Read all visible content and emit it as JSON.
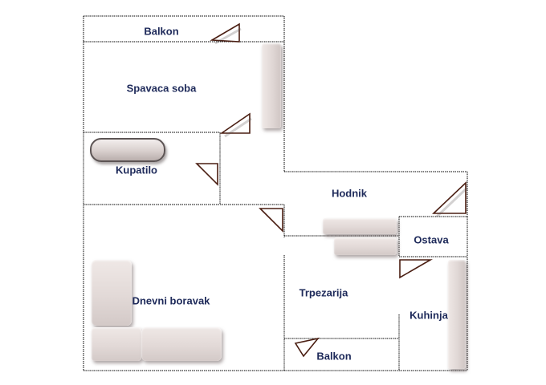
{
  "rooms": {
    "balkon_top": "Balkon",
    "spavaca_soba": "Spavaca soba",
    "kupatilo": "Kupatilo",
    "hodnik": "Hodnik",
    "ostava": "Ostava",
    "trpezarija": "Trpezarija",
    "dnevni_boravak": "Dnevni boravak",
    "kuhinja": "Kuhinja",
    "balkon_bottom": "Balkon"
  },
  "colors": {
    "wall": "#000000",
    "label": "#1e2a5a",
    "door": "#5a2a1a",
    "furniture": "#e2d9d7"
  }
}
